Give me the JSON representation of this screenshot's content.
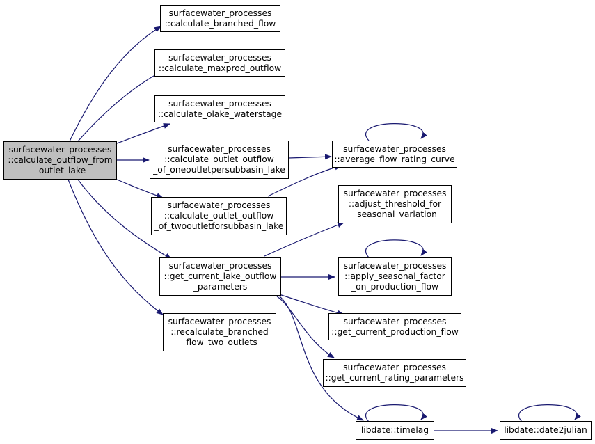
{
  "colors": {
    "edge": "#191970",
    "root_fill": "#bfbfbf",
    "node_fill": "#ffffff",
    "border": "#000000"
  },
  "nodes": {
    "root": [
      "surfacewater_processes",
      "::calculate_outflow_from",
      "_outlet_lake"
    ],
    "branched_flow": [
      "surfacewater_processes",
      "::calculate_branched_flow"
    ],
    "maxprod_outflow": [
      "surfacewater_processes",
      "::calculate_maxprod_outflow"
    ],
    "olake_waterstage": [
      "surfacewater_processes",
      "::calculate_olake_waterstage"
    ],
    "outlet_oneoutlet": [
      "surfacewater_processes",
      "::calculate_outlet_outflow",
      "_of_oneoutletpersubbasin_lake"
    ],
    "outlet_twooutlet": [
      "surfacewater_processes",
      "::calculate_outlet_outflow",
      "_of_twooutletforsubbasin_lake"
    ],
    "lake_outflow_params": [
      "surfacewater_processes",
      "::get_current_lake_outflow",
      "_parameters"
    ],
    "recalc_branched": [
      "surfacewater_processes",
      "::recalculate_branched",
      "_flow_two_outlets"
    ],
    "avg_rating_curve": [
      "surfacewater_processes",
      "::average_flow_rating_curve"
    ],
    "adjust_threshold": [
      "surfacewater_processes",
      "::adjust_threshold_for",
      "_seasonal_variation"
    ],
    "seasonal_factor": [
      "surfacewater_processes",
      "::apply_seasonal_factor",
      "_on_production_flow"
    ],
    "production_flow": [
      "surfacewater_processes",
      "::get_current_production_flow"
    ],
    "rating_parameters": [
      "surfacewater_processes",
      "::get_current_rating_parameters"
    ],
    "timelag": [
      "libdate::timelag"
    ],
    "date2julian": [
      "libdate::date2julian"
    ]
  }
}
